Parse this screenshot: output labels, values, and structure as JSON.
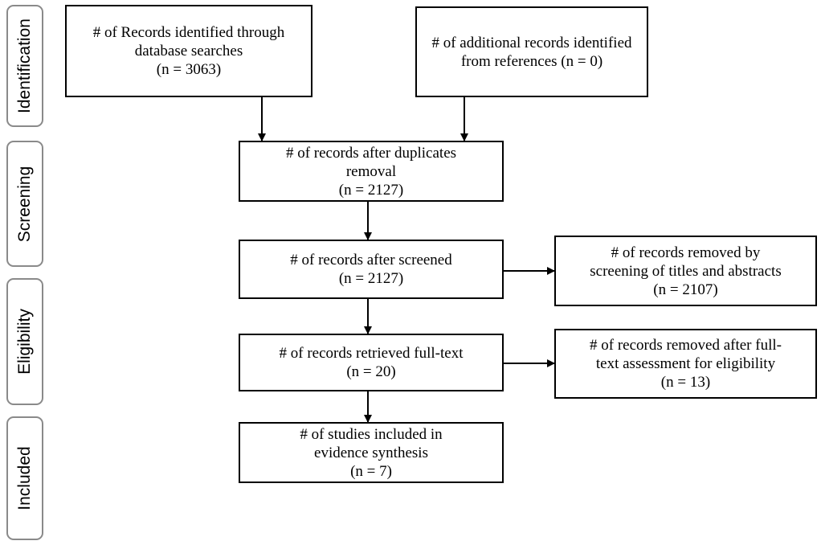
{
  "phases": [
    {
      "label": "Identification"
    },
    {
      "label": "Screening"
    },
    {
      "label": "Eligibility"
    },
    {
      "label": "Included"
    }
  ],
  "boxes": {
    "database": {
      "line1": "# of Records identified through",
      "line2": "database searches",
      "line3": "(n = 3063)"
    },
    "additional": {
      "line1": "# of additional records identified",
      "line2": "from references (n = 0)"
    },
    "deduplicated": {
      "line1": "# of records after duplicates",
      "line2": "removal",
      "line3": "(n = 2127)"
    },
    "screened": {
      "line1": "# of records after screened",
      "line2": "(n = 2127)"
    },
    "removed_titles": {
      "line1": "# of records removed by",
      "line2": "screening of titles and abstracts",
      "line3": "(n = 2107)"
    },
    "fulltext": {
      "line1": "# of records retrieved full-text",
      "line2": "(n = 20)"
    },
    "removed_fulltext": {
      "line1": "# of records removed after full-",
      "line2": "text assessment for eligibility",
      "line3": "(n = 13)"
    },
    "included": {
      "line1": "# of studies included in",
      "line2": "evidence synthesis",
      "line3": "(n = 7)"
    }
  }
}
